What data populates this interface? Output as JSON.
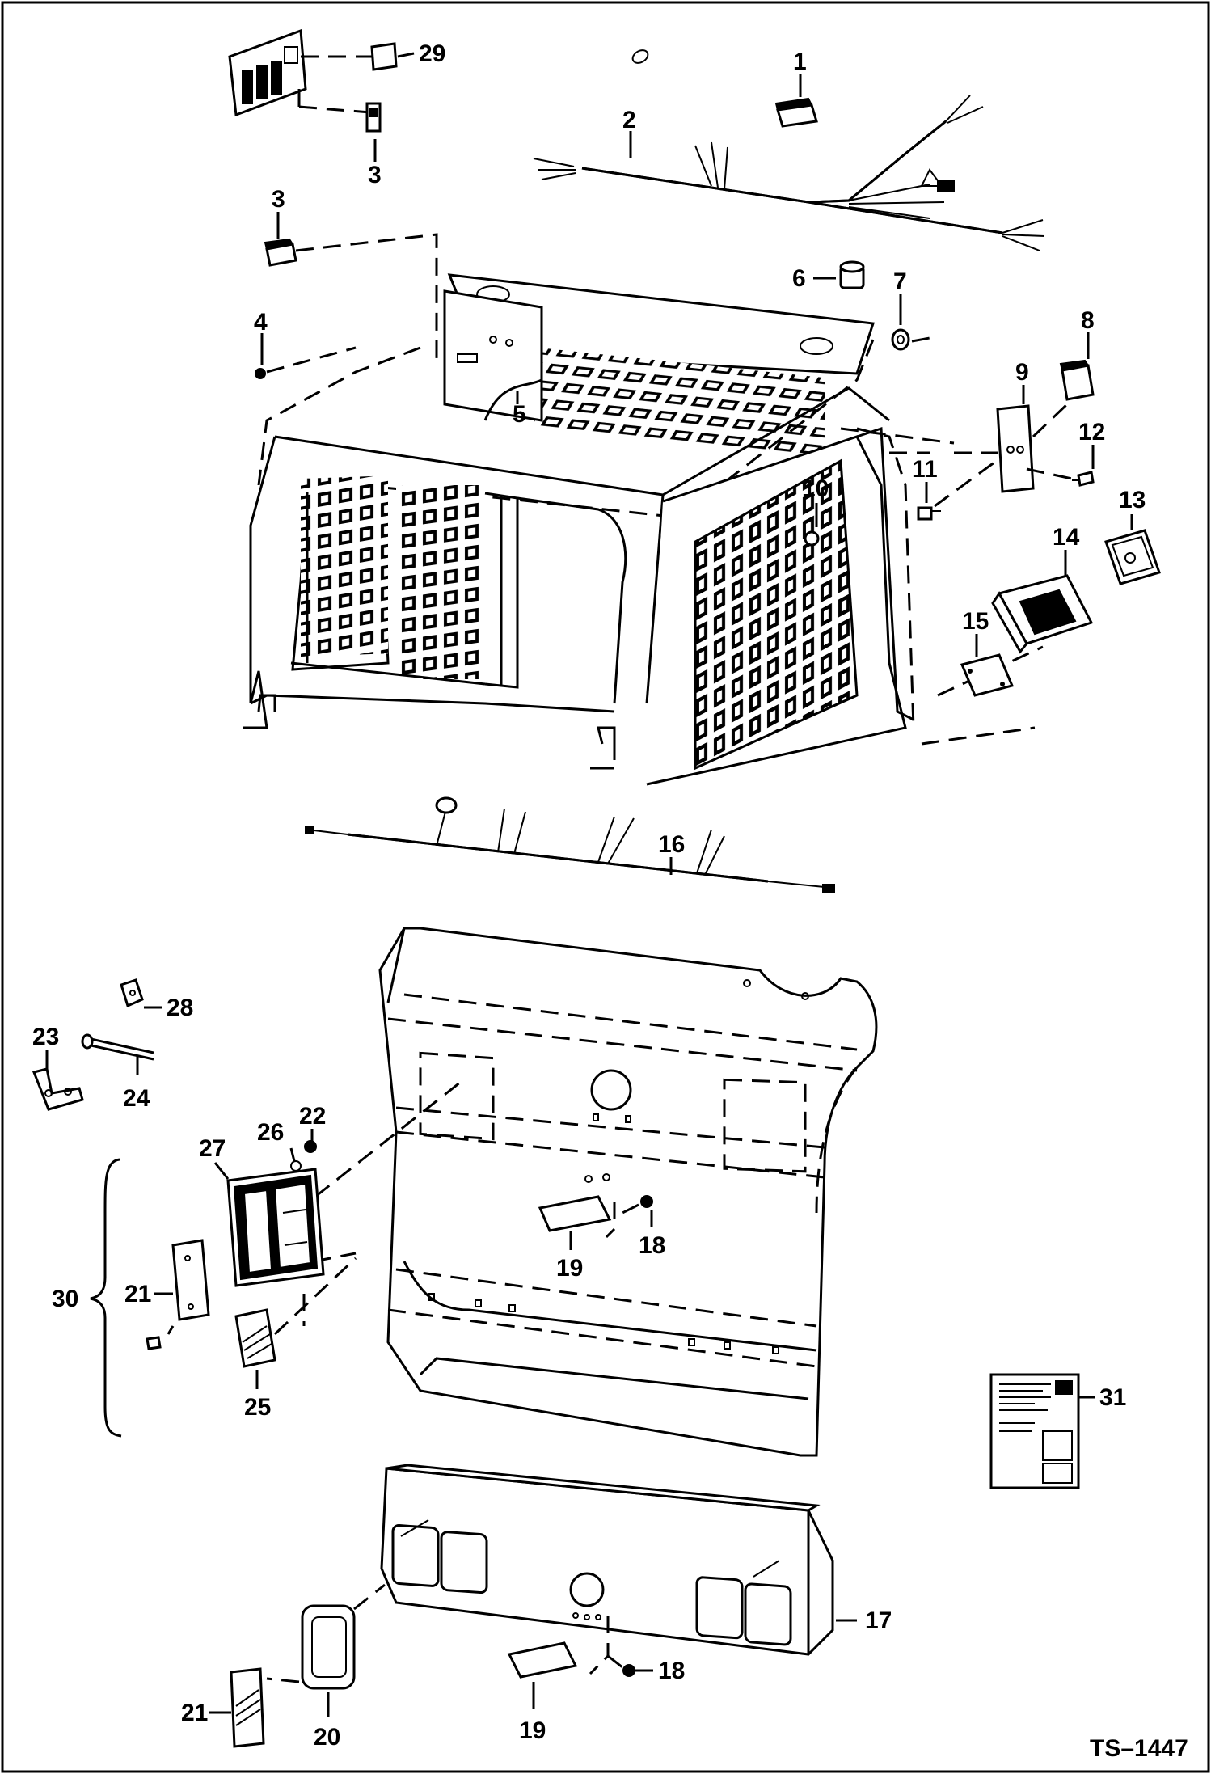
{
  "callouts": [
    {
      "label": "29"
    },
    {
      "label": "1"
    },
    {
      "label": "2"
    },
    {
      "label": "3"
    },
    {
      "label": "3"
    },
    {
      "label": "6"
    },
    {
      "label": "7"
    },
    {
      "label": "4"
    },
    {
      "label": "8"
    },
    {
      "label": "5"
    },
    {
      "label": "9"
    },
    {
      "label": "12"
    },
    {
      "label": "11"
    },
    {
      "label": "10"
    },
    {
      "label": "13"
    },
    {
      "label": "14"
    },
    {
      "label": "15"
    },
    {
      "label": "16"
    },
    {
      "label": "28"
    },
    {
      "label": "23"
    },
    {
      "label": "24"
    },
    {
      "label": "22"
    },
    {
      "label": "26"
    },
    {
      "label": "27"
    },
    {
      "label": "19"
    },
    {
      "label": "18"
    },
    {
      "label": "30"
    },
    {
      "label": "21"
    },
    {
      "label": "25"
    },
    {
      "label": "31"
    },
    {
      "label": "17"
    },
    {
      "label": "18"
    },
    {
      "label": "21"
    },
    {
      "label": "20"
    },
    {
      "label": "19"
    }
  ],
  "figure_code": "TS–1447",
  "colors": {
    "ink": "#000000",
    "paper": "#ffffff"
  }
}
